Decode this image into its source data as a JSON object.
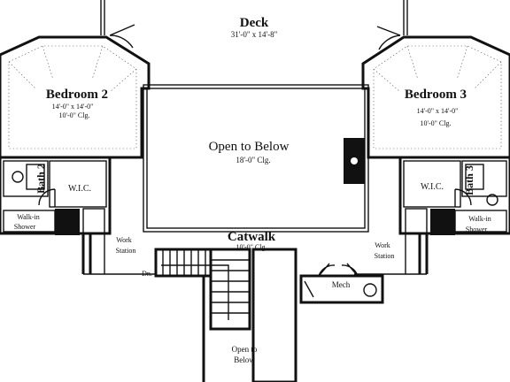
{
  "rooms": {
    "deck": {
      "name": "Deck",
      "size": "31'-0\" x 14'-8\""
    },
    "bedroom2": {
      "name": "Bedroom 2",
      "size": "14'-0\" x 14'-0\"",
      "ceiling": "10'-0\" Clg."
    },
    "bedroom3": {
      "name": "Bedroom 3",
      "size": "14'-0\" x 14'-0\"",
      "ceiling": "10'-0\" Clg."
    },
    "open_to_below_main": {
      "name": "Open to Below",
      "ceiling": "18'-0\" Clg."
    },
    "catwalk": {
      "name": "Catwalk",
      "ceiling": "10'-0\" Clg."
    },
    "bath2": {
      "name": "Bath 2"
    },
    "bath3": {
      "name": "Bath 3"
    },
    "wic_left": {
      "name": "W.I.C."
    },
    "wic_right": {
      "name": "W.I.C."
    },
    "walkin_shower_left": {
      "line1": "Walk-in",
      "line2": "Shower"
    },
    "walkin_shower_right": {
      "line1": "Walk-in",
      "line2": "Shower"
    },
    "work_station_left": {
      "line1": "Work",
      "line2": "Station"
    },
    "work_station_right": {
      "line1": "Work",
      "line2": "Station"
    },
    "stairs": {
      "label": "Dn."
    },
    "mech": {
      "name": "Mech"
    },
    "open_to_below_stair": {
      "line1": "Open to",
      "line2": "Below"
    }
  }
}
